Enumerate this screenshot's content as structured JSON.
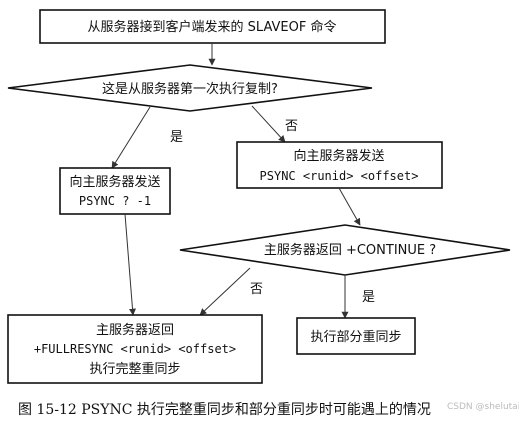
{
  "nodes": {
    "start": "从服务器接到客户端发来的 SLAVEOF 命令",
    "decision_first": "这是从服务器第一次执行复制?",
    "send_partial_line1": "向主服务器发送",
    "send_partial_line2": "PSYNC ? -1",
    "send_runid_line1": "向主服务器发送",
    "send_runid_line2": "PSYNC <runid> <offset>",
    "decision_continue": "主服务器返回 +CONTINUE ?",
    "full_resync_line1": "主服务器返回",
    "full_resync_line2": "+FULLRESYNC <runid> <offset>",
    "full_resync_line3": "执行完整重同步",
    "partial_resync": "执行部分重同步"
  },
  "edges": {
    "first_yes": "是",
    "first_no": "否",
    "continue_no": "否",
    "continue_yes": "是"
  },
  "caption": "图 15-12   PSYNC 执行完整重同步和部分重同步时可能遇上的情况",
  "watermark": "CSDN @shelutai"
}
